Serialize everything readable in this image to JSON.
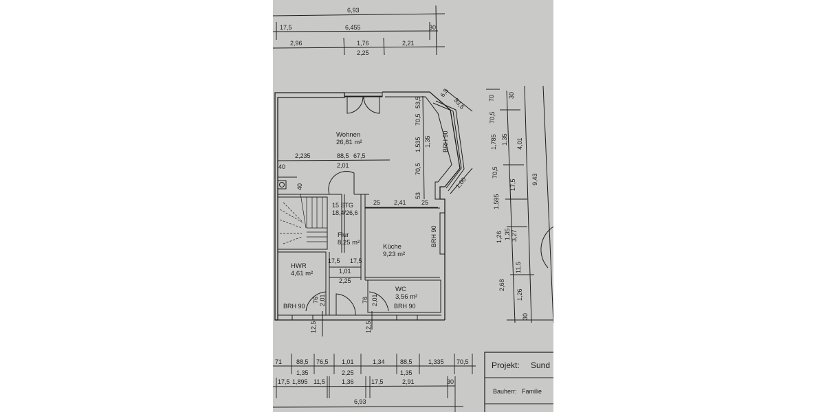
{
  "plan": {
    "rooms": [
      {
        "name": "Wohnen",
        "area": "26,81 m²"
      },
      {
        "name": "Flur",
        "area": "8,25 m²"
      },
      {
        "name": "Küche",
        "area": "9,23 m²"
      },
      {
        "name": "HWR",
        "area": "4,61 m²"
      },
      {
        "name": "WC",
        "area": "3,56 m²"
      }
    ],
    "stair": {
      "label": "15 STG",
      "ratio": "18,4/26,6"
    },
    "brh_labels": [
      "BRH 90",
      "BRH 90",
      "BRH 90",
      "BRH 90"
    ],
    "top_dims": {
      "row1": [
        "6,93"
      ],
      "row2": [
        "17,5",
        "6,455",
        "30"
      ],
      "row3": [
        "2,96",
        "1,76",
        "2,21"
      ],
      "row3_sub": [
        "2,25"
      ]
    },
    "inner_dims": {
      "wohnen": [
        "2,235",
        "88,5",
        "67,5",
        "2,01",
        "40",
        "40"
      ],
      "kueche": [
        "25",
        "2,41",
        "25"
      ],
      "flur": [
        "17,5",
        "17,5",
        "1,01",
        "2,25"
      ],
      "doors": [
        "76",
        "2,01",
        "76",
        "2,01"
      ],
      "sill": [
        "12,5",
        "12,5"
      ]
    },
    "bay_dims": [
      "53,5",
      "70,5",
      "1,535",
      "1,35",
      "70,5",
      "53",
      "6,5",
      "93,5",
      "1,00"
    ],
    "right_dims": {
      "col1": [
        "70",
        "70,5",
        "1,785",
        "70,5",
        "1,595",
        "1,26",
        "2,68"
      ],
      "col2": [
        "30",
        "1,35",
        "17,5",
        "1,35",
        "11,5",
        "1,26",
        "30"
      ],
      "col3": [
        "4,01",
        "3,27"
      ],
      "col4": [
        "9,43"
      ]
    },
    "bottom_dims": {
      "row1": [
        "71",
        "88,5",
        "76,5",
        "1,01",
        "1,34",
        "88,5",
        "1,335",
        "70,5"
      ],
      "row1_sub": [
        "1,35",
        "2,25",
        "1,35"
      ],
      "row2": [
        "17,5",
        "1,895",
        "11,5",
        "1,36",
        "17,5",
        "2,91",
        "30"
      ],
      "row3": [
        "6,93"
      ]
    },
    "title_block": {
      "project_label": "Projekt:",
      "project_value": "Sund",
      "owner_label": "Bauherr:",
      "owner_value": "Familie"
    }
  },
  "colors": {
    "paper": "#c9c9c7",
    "ink": "#1e1e1e",
    "background": "#ffffff"
  }
}
